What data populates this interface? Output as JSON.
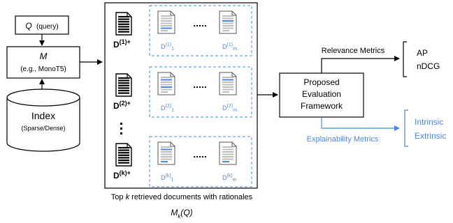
{
  "query": {
    "symbol": "Q",
    "suffix": "(query)"
  },
  "model": {
    "symbol": "M",
    "example": "(e.g., MonoT5)"
  },
  "index": {
    "title": "Index",
    "subtitle": "(Sparse/Dense)"
  },
  "docs": {
    "rows": [
      {
        "main": "D",
        "main_sup": "(1)+",
        "rat_sup": "(1)",
        "first_sub": "1",
        "last_sub": "m"
      },
      {
        "main": "D",
        "main_sup": "(2)+",
        "rat_sup": "(2)",
        "first_sub": "1",
        "last_sub": "m"
      },
      {
        "main": "D",
        "main_sup": "(k)+",
        "rat_sup": "(k)",
        "first_sub": "1",
        "last_sub": "m"
      }
    ],
    "dots": "....."
  },
  "caption": {
    "pre": "Top ",
    "k": "k",
    "post": " retrieved documents with rationales",
    "formula_main": "M",
    "formula_sub": "k",
    "formula_arg": "(Q)"
  },
  "framework": {
    "line1": "Proposed",
    "line2": "Evaluation",
    "line3": "Framework"
  },
  "relevance": {
    "label": "Relevance Metrics",
    "items": [
      "AP",
      "nDCG"
    ]
  },
  "explainability": {
    "label": "Explainability Metrics",
    "items": [
      "Intrinsic",
      "Extrinsic"
    ]
  },
  "colors": {
    "black": "#000000",
    "blue": "#4a86e8",
    "gray": "#bfbfbf",
    "dark": "#222222"
  }
}
